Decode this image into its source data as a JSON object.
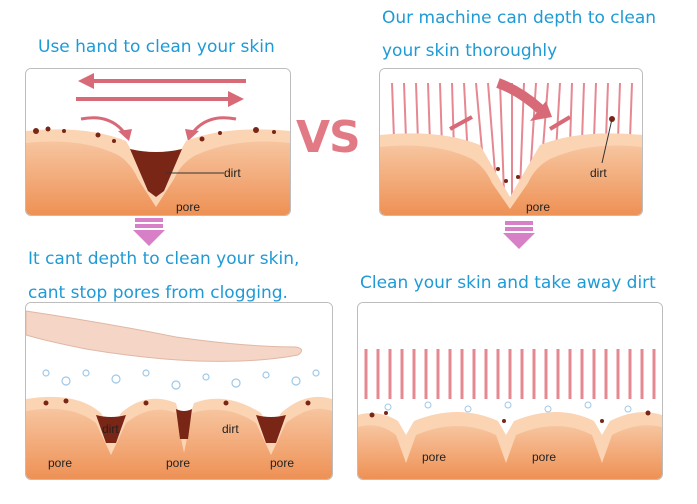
{
  "captions": {
    "top_left": "Use hand to clean your skin",
    "top_right_line1": "Our machine can depth to clean",
    "top_right_line2": "your skin thoroughly",
    "bottom_left_line1": "It cant depth to clean your skin,",
    "bottom_left_line2": "cant stop pores from clogging.",
    "bottom_right": "Clean your skin and take away dirt"
  },
  "vs_text": "VS",
  "labels": {
    "dirt": "dirt",
    "pore": "pore"
  },
  "colors": {
    "caption": "#1e9ad6",
    "vs": "#e27a86",
    "skin": "#f2a36d",
    "skin_light": "#fbd4b4",
    "dirt": "#7a2616",
    "arrow": "#d86a78",
    "hair": "#e68892"
  }
}
